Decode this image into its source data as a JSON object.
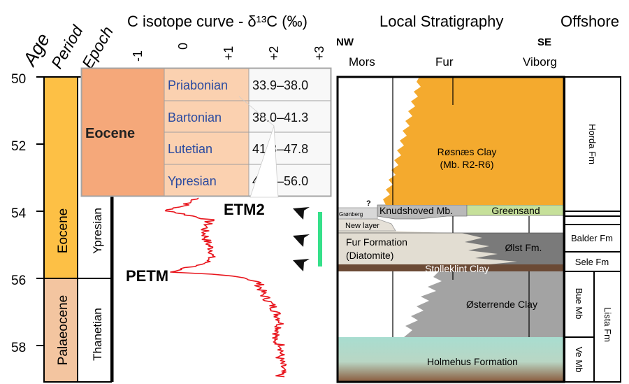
{
  "header": {
    "age": "Age",
    "period": "Period",
    "epoch": "Epoch",
    "isotope_title": "C isotope curve - δ¹³C (‰)",
    "local_strat": "Local Stratigraphy",
    "offshore": "Offshore",
    "nw": "NW",
    "se": "SE",
    "loc_mors": "Mors",
    "loc_fur": "Fur",
    "loc_viborg": "Viborg"
  },
  "age_ticks": [
    "50",
    "52",
    "54",
    "56",
    "58"
  ],
  "periods": {
    "eocene": "Eocene",
    "palaeocene": "Palaeocene"
  },
  "epochs": {
    "ypresian": "Ypresian",
    "thanetian": "Thanetian"
  },
  "isotope_ticks": [
    "-1",
    "0",
    "+1",
    "+2",
    "+3"
  ],
  "events": {
    "petm": "PETM",
    "etm2": "ETM2"
  },
  "inset": {
    "epoch": "Eocene",
    "stages": [
      {
        "name": "Priabonian",
        "range": "33.9–38.0"
      },
      {
        "name": "Bartonian",
        "range": "38.0–41.3"
      },
      {
        "name": "Lutetian",
        "range": "41.3–47.8"
      },
      {
        "name": "Ypresian",
        "range": "47.8–56.0"
      }
    ]
  },
  "local": {
    "rosnaes_1": "Røsnæs Clay",
    "rosnaes_2": "(Mb. R2-R6)",
    "knudshoved": "Knudshoved Mb.",
    "greensand": "Greensand",
    "gronberg": "Grønberg",
    "new_layer": "New layer",
    "question": "?",
    "fur_1": "Fur Formation",
    "fur_2": "(Diatomite)",
    "olst": "Ølst Fm.",
    "stolleklint": "Stolleklint Clay",
    "osterrende": "Østerrende Clay",
    "holmehus": "Holmehus Formation"
  },
  "offshore_units": {
    "horda": "Horda Fm",
    "balder": "Balder Fm",
    "sele": "Sele Fm",
    "bue": "Bue Mb",
    "ve": "Ve Mb",
    "lista": "Lista Fm"
  },
  "colors": {
    "eocene": "#fdc045",
    "palaeocene": "#f3c5a0",
    "inset_epoch": "#f5a87a",
    "inset_stage": "#fbd1b0",
    "curve": "#e8141c",
    "rosnaes": "#f4aa2e",
    "greensand": "#c6e09a",
    "knudshoved": "#b9b9b9",
    "fur": "#e2ddd2",
    "olst": "#7a7a7a",
    "stolleklint": "#6b4a35",
    "osterrende": "#a3a3a3",
    "holmehus": "#a8ddd0",
    "etm_bar": "#35e08a"
  }
}
